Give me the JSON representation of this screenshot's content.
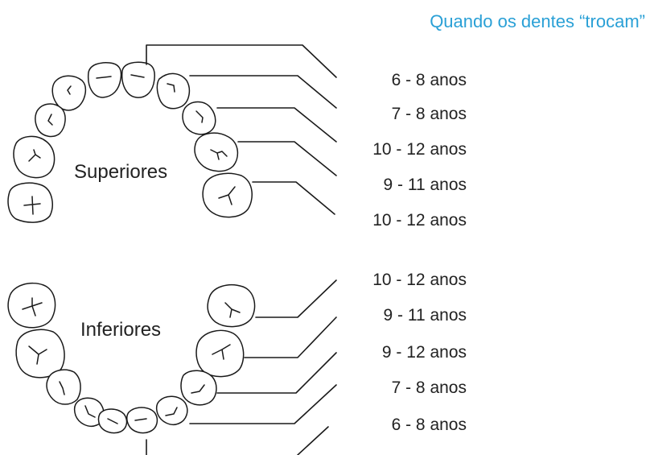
{
  "title": "Quando os dentes “trocam”",
  "colors": {
    "title": "#2aa0d6",
    "lines": "#1a1a1a",
    "text": "#222222"
  },
  "upper": {
    "label": "Superiores",
    "ages": [
      "6 - 8 anos",
      "7 - 8 anos",
      "10 - 12 anos",
      "9 - 11 anos",
      "10 - 12 anos"
    ]
  },
  "lower": {
    "label": "Inferiores",
    "ages": [
      "10 - 12 anos",
      "9 - 11 anos",
      "9 - 12 anos",
      "7 - 8 anos",
      "6 - 8 anos"
    ]
  }
}
